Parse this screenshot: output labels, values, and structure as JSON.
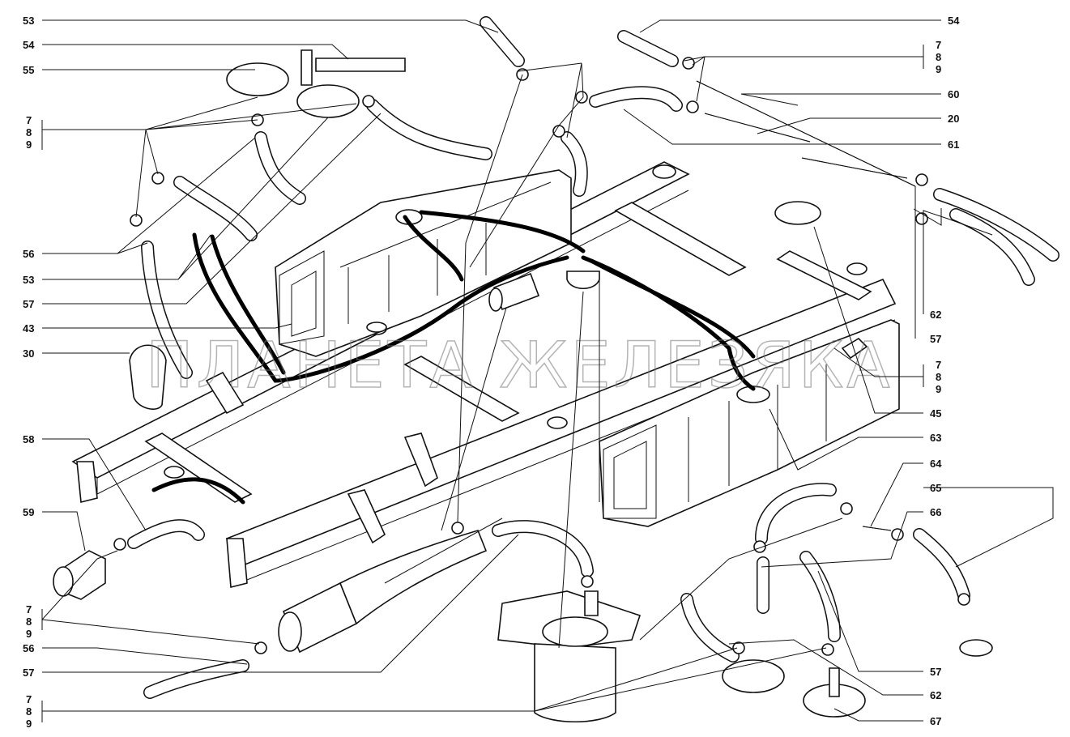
{
  "watermark": "ПЛАНЕТА ЖЕЛЕЗЯКА",
  "callouts": {
    "left": [
      "53",
      "54",
      "55",
      "7",
      "8",
      "9",
      "56",
      "53",
      "57",
      "43",
      "30",
      "58",
      "59",
      "7",
      "8",
      "9",
      "56",
      "57",
      "7",
      "8",
      "9"
    ],
    "right": [
      "54",
      "7",
      "8",
      "9",
      "60",
      "20",
      "61",
      "62",
      "57",
      "7",
      "8",
      "9",
      "45",
      "63",
      "64",
      "65",
      "66",
      "57",
      "62",
      "67"
    ]
  }
}
